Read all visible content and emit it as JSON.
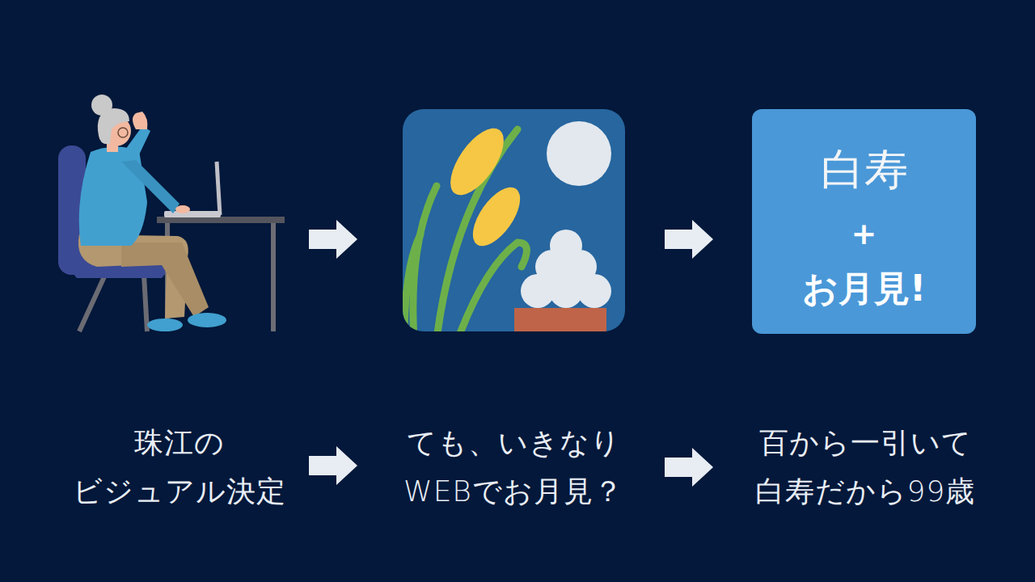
{
  "diagram": {
    "nodes": [
      {
        "text": [
          "白寿",
          "+",
          "お月見!"
        ]
      }
    ],
    "labels": [
      "珠江の ビジュアル決定",
      "ても、いきなり WEBでお月見？",
      "百から一引いて 白寿だから99歳"
    ]
  }
}
